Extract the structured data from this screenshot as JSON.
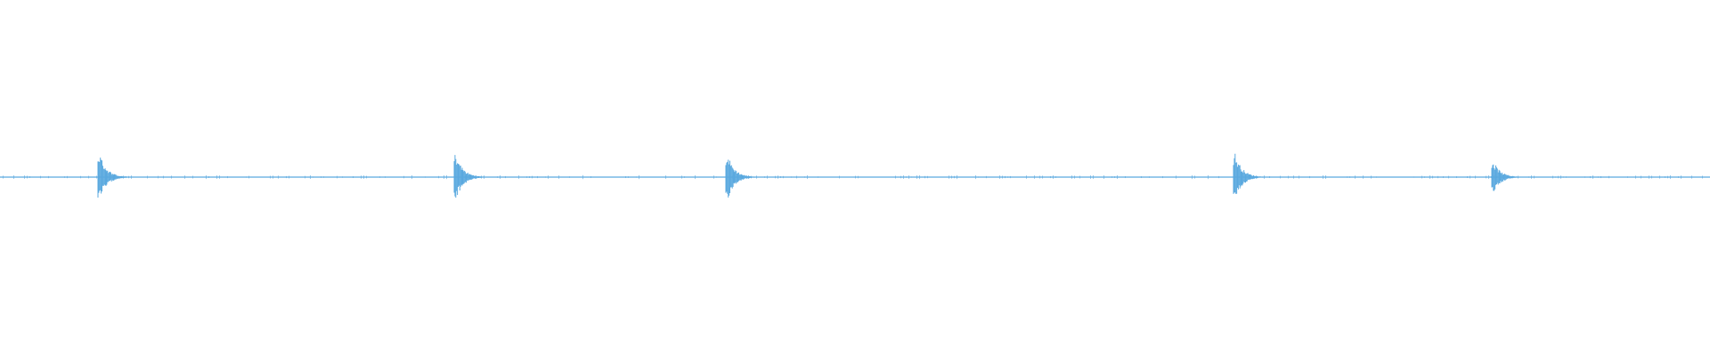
{
  "waveform": {
    "color": "#5aa9df",
    "baseline_color": "#5aa9df",
    "onsets_seconds": [
      1.1,
      5.1,
      8.15,
      13.85,
      16.75
    ],
    "onset_peak_levels": [
      0.62,
      0.62,
      0.6,
      0.62,
      0.42
    ],
    "duration_seconds": 19.2,
    "background": "#ffffff"
  }
}
